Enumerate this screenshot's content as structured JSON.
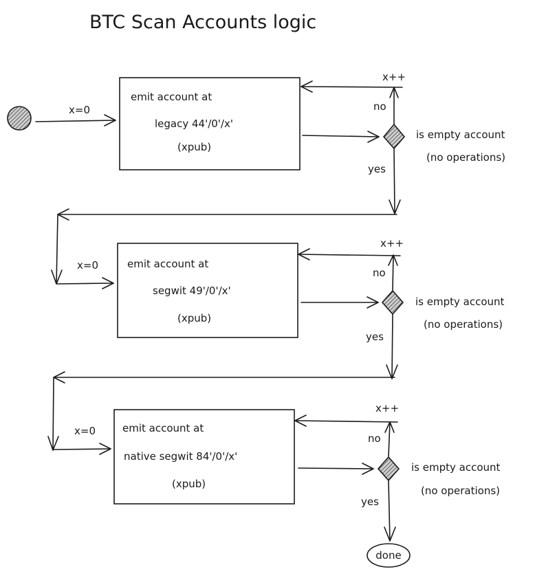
{
  "title": "BTC Scan Accounts logic",
  "sections": [
    {
      "init_label": "x=0",
      "box_lines": [
        "emit account at",
        "legacy 44'/0'/x'",
        "(xpub)"
      ],
      "increment_label": "x++",
      "no_label": "no",
      "yes_label": "yes",
      "decision_lines": [
        "is empty account",
        "(no operations)"
      ]
    },
    {
      "init_label": "x=0",
      "box_lines": [
        "emit account at",
        "segwit 49'/0'/x'",
        "(xpub)"
      ],
      "increment_label": "x++",
      "no_label": "no",
      "yes_label": "yes",
      "decision_lines": [
        "is empty account",
        "(no operations)"
      ]
    },
    {
      "init_label": "x=0",
      "box_lines": [
        "emit account at",
        "native segwit 84'/0'/x'",
        "(xpub)"
      ],
      "increment_label": "x++",
      "no_label": "no",
      "yes_label": "yes",
      "decision_lines": [
        "is empty account",
        "(no operations)"
      ]
    }
  ],
  "end_label": "done",
  "colors": {
    "ink": "#1a1a1a",
    "hatch": "#555555"
  }
}
